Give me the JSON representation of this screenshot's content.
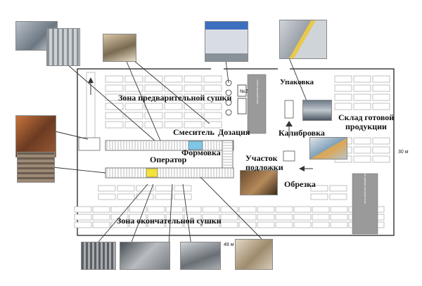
{
  "zones": {
    "predvaritelnaya_sushka": "Зона предварительной сушки",
    "okonchatelnaya_sushka": "Зона окончательной сушки",
    "sklad_line1": "Склад готовой",
    "sklad_line2": "продукции",
    "uchastok_line1": "Участок",
    "uchastok_line2": "подложки"
  },
  "stations": {
    "smesitel": "Смеситель",
    "dozaciya": "Дозация",
    "formovka": "Формовка",
    "operator": "Оператор",
    "upakovka": "Упаковка",
    "kalibrovka": "Калибровка",
    "obrezka": "Обрезка"
  },
  "dimensions": {
    "width": "48 м",
    "height": "30 м"
  },
  "small_labels": {
    "nuzh": "№2"
  },
  "colors": {
    "wall": "#222222",
    "cell": "#ffffff",
    "cell_border": "#999999",
    "storage_gray": "#9a9a9a",
    "conveyor_blue": "#7ec6e6"
  }
}
